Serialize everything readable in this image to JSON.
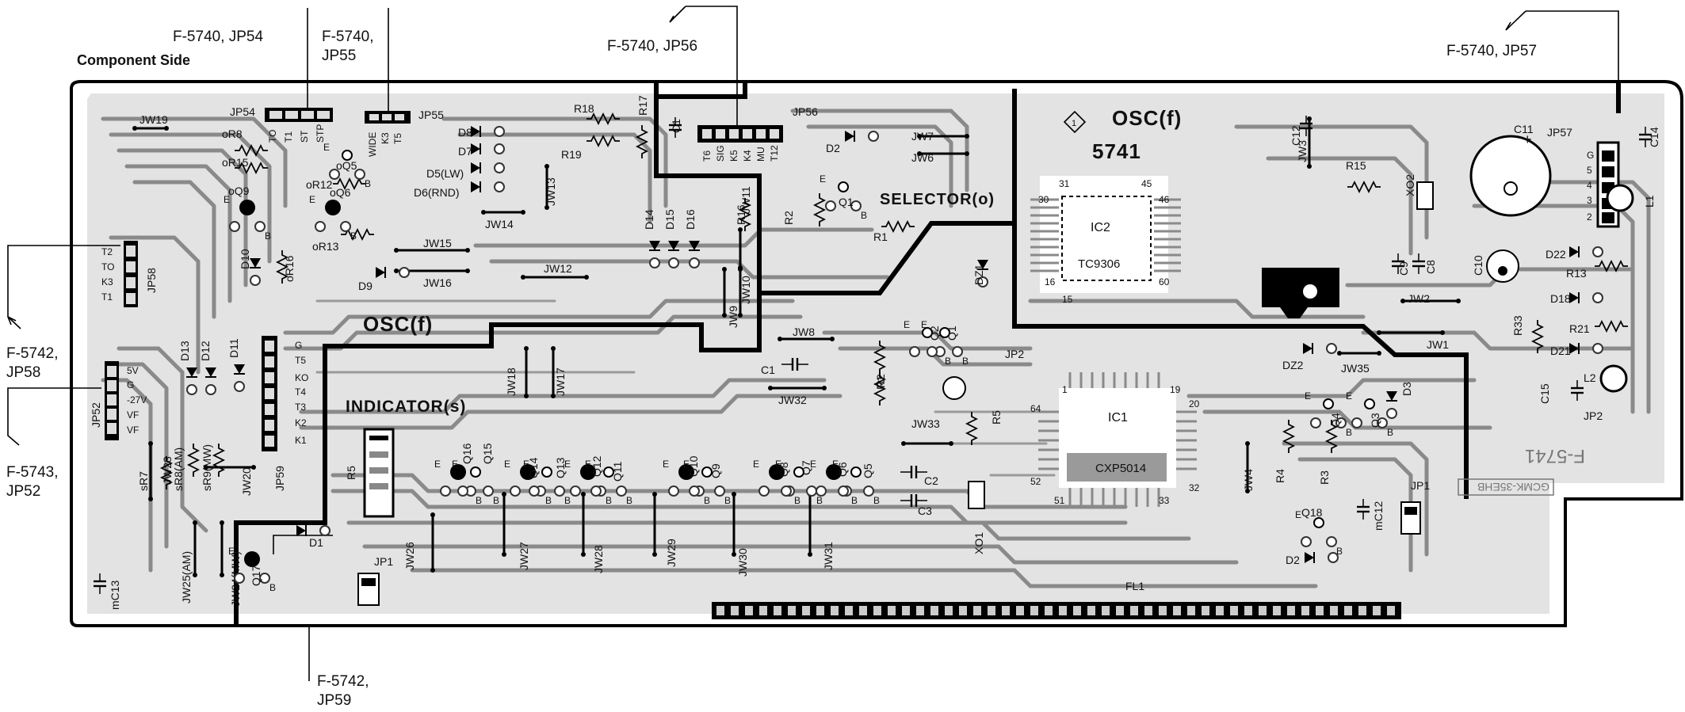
{
  "board": {
    "side_label": "Component Side",
    "board_code": "F-5741",
    "board_stamp": "GCMK-35EHB",
    "osc_top_label": "OSC(f)",
    "osc_top_number": "5741",
    "selector_label": "SELECTOR(o)",
    "osc_mid_label": "OSC(f)",
    "indicator_label": "INDICATOR(s)"
  },
  "callouts": {
    "jp54": "F-5740, JP54",
    "jp55_a": "F-5740,",
    "jp55_b": "JP55",
    "jp56": "F-5740, JP56",
    "jp57": "F-5740, JP57",
    "jp58_a": "F-5742,",
    "jp58_b": "JP58",
    "jp52_a": "F-5743,",
    "jp52_b": "JP52",
    "jp59_a": "F-5742,",
    "jp59_b": "JP59"
  },
  "ics": {
    "ic1": {
      "ref": "IC1",
      "part": "CXP5014",
      "pin_a": "1",
      "pin_b": "19",
      "pin_c": "20",
      "pin_d": "64",
      "pin_e": "52",
      "pin_f": "51",
      "pin_g": "33",
      "pin_h": "32"
    },
    "ic2": {
      "ref": "IC2",
      "part": "TC9306",
      "pin_a": "31",
      "pin_b": "30",
      "pin_c": "45",
      "pin_d": "46",
      "pin_e": "16",
      "pin_f": "15",
      "pin_g": "60"
    }
  },
  "connectors": {
    "jp54": {
      "ref": "JP54",
      "pins": [
        "TO",
        "T1",
        "ST",
        "STP"
      ]
    },
    "jp55": {
      "ref": "JP55",
      "pins": [
        "WIDE",
        "K3",
        "T5"
      ]
    },
    "jp56": {
      "ref": "JP56",
      "pins": [
        "T6",
        "SIG",
        "K5",
        "K4",
        "MU",
        "T12"
      ]
    },
    "jp57": {
      "ref": "JP57",
      "pins": [
        "G",
        "5",
        "4",
        "3",
        "2"
      ]
    },
    "jp58": {
      "ref": "JP58",
      "pins": [
        "T2",
        "TO",
        "K3",
        "T1"
      ]
    },
    "jp52": {
      "ref": "JP52",
      "pins": [
        "5V",
        "G",
        "-27V",
        "VF",
        "VF"
      ]
    },
    "jp59": {
      "ref": "JP59",
      "pins": [
        "G",
        "T5",
        "KO",
        "T4",
        "T3",
        "K2",
        "K1"
      ]
    }
  },
  "components": {
    "jumpers": [
      "JW19",
      "JW7",
      "JW6",
      "JW3",
      "JW13",
      "JW14",
      "JW15",
      "JW16",
      "JW12",
      "JW11",
      "JW10",
      "JW9",
      "JW8",
      "JW2",
      "JW1",
      "JW35",
      "JW18",
      "JW17",
      "JW32",
      "JW33",
      "JW4",
      "JW20",
      "JW23",
      "JW25(AM)",
      "JW24(MW)",
      "JW26",
      "JW27",
      "JW28",
      "JW29",
      "JW30",
      "JW31"
    ],
    "resistors": [
      "R18",
      "R17",
      "R19",
      "R15",
      "R16",
      "R2",
      "R1",
      "R13",
      "R21",
      "R33",
      "R6",
      "R5",
      "R4",
      "R3",
      "R2",
      "R1",
      "oR8",
      "oR15",
      "oR12",
      "oR13",
      "oR16",
      "sR7",
      "sR8(AM)",
      "sR9(MW)"
    ],
    "transistors": [
      "oQ9",
      "oQ5",
      "oQ6",
      "Q1",
      "Q2",
      "Q1",
      "Q4",
      "Q3",
      "Q18",
      "Q17",
      "Q16",
      "Q15",
      "Q14",
      "Q13",
      "Q12",
      "Q11",
      "Q10",
      "Q9",
      "Q8",
      "Q7",
      "Q6",
      "Q5"
    ],
    "diodes": [
      "D8",
      "D7",
      "D5(LW)",
      "D6(RND)",
      "D2",
      "D14",
      "D15",
      "D16",
      "DZ1",
      "D22",
      "D18",
      "D21",
      "DZ2",
      "D3",
      "D2",
      "D1",
      "D9",
      "D10",
      "D13",
      "D12",
      "D11"
    ],
    "capacitors": [
      "C1",
      "C12",
      "C11",
      "C14",
      "C9",
      "C8",
      "C10",
      "C15",
      "C1",
      "C2",
      "C3",
      "mC12",
      "mC13"
    ],
    "misc": [
      "XO2",
      "XO1",
      "L1",
      "L2",
      "JP2",
      "JP1",
      "FL1",
      "JP1",
      "JP2"
    ],
    "pins_ebl": [
      "E",
      "B"
    ]
  },
  "colors": {
    "trace": "#8a8a8a",
    "board": "#e0e0e0",
    "ink": "#111111"
  }
}
